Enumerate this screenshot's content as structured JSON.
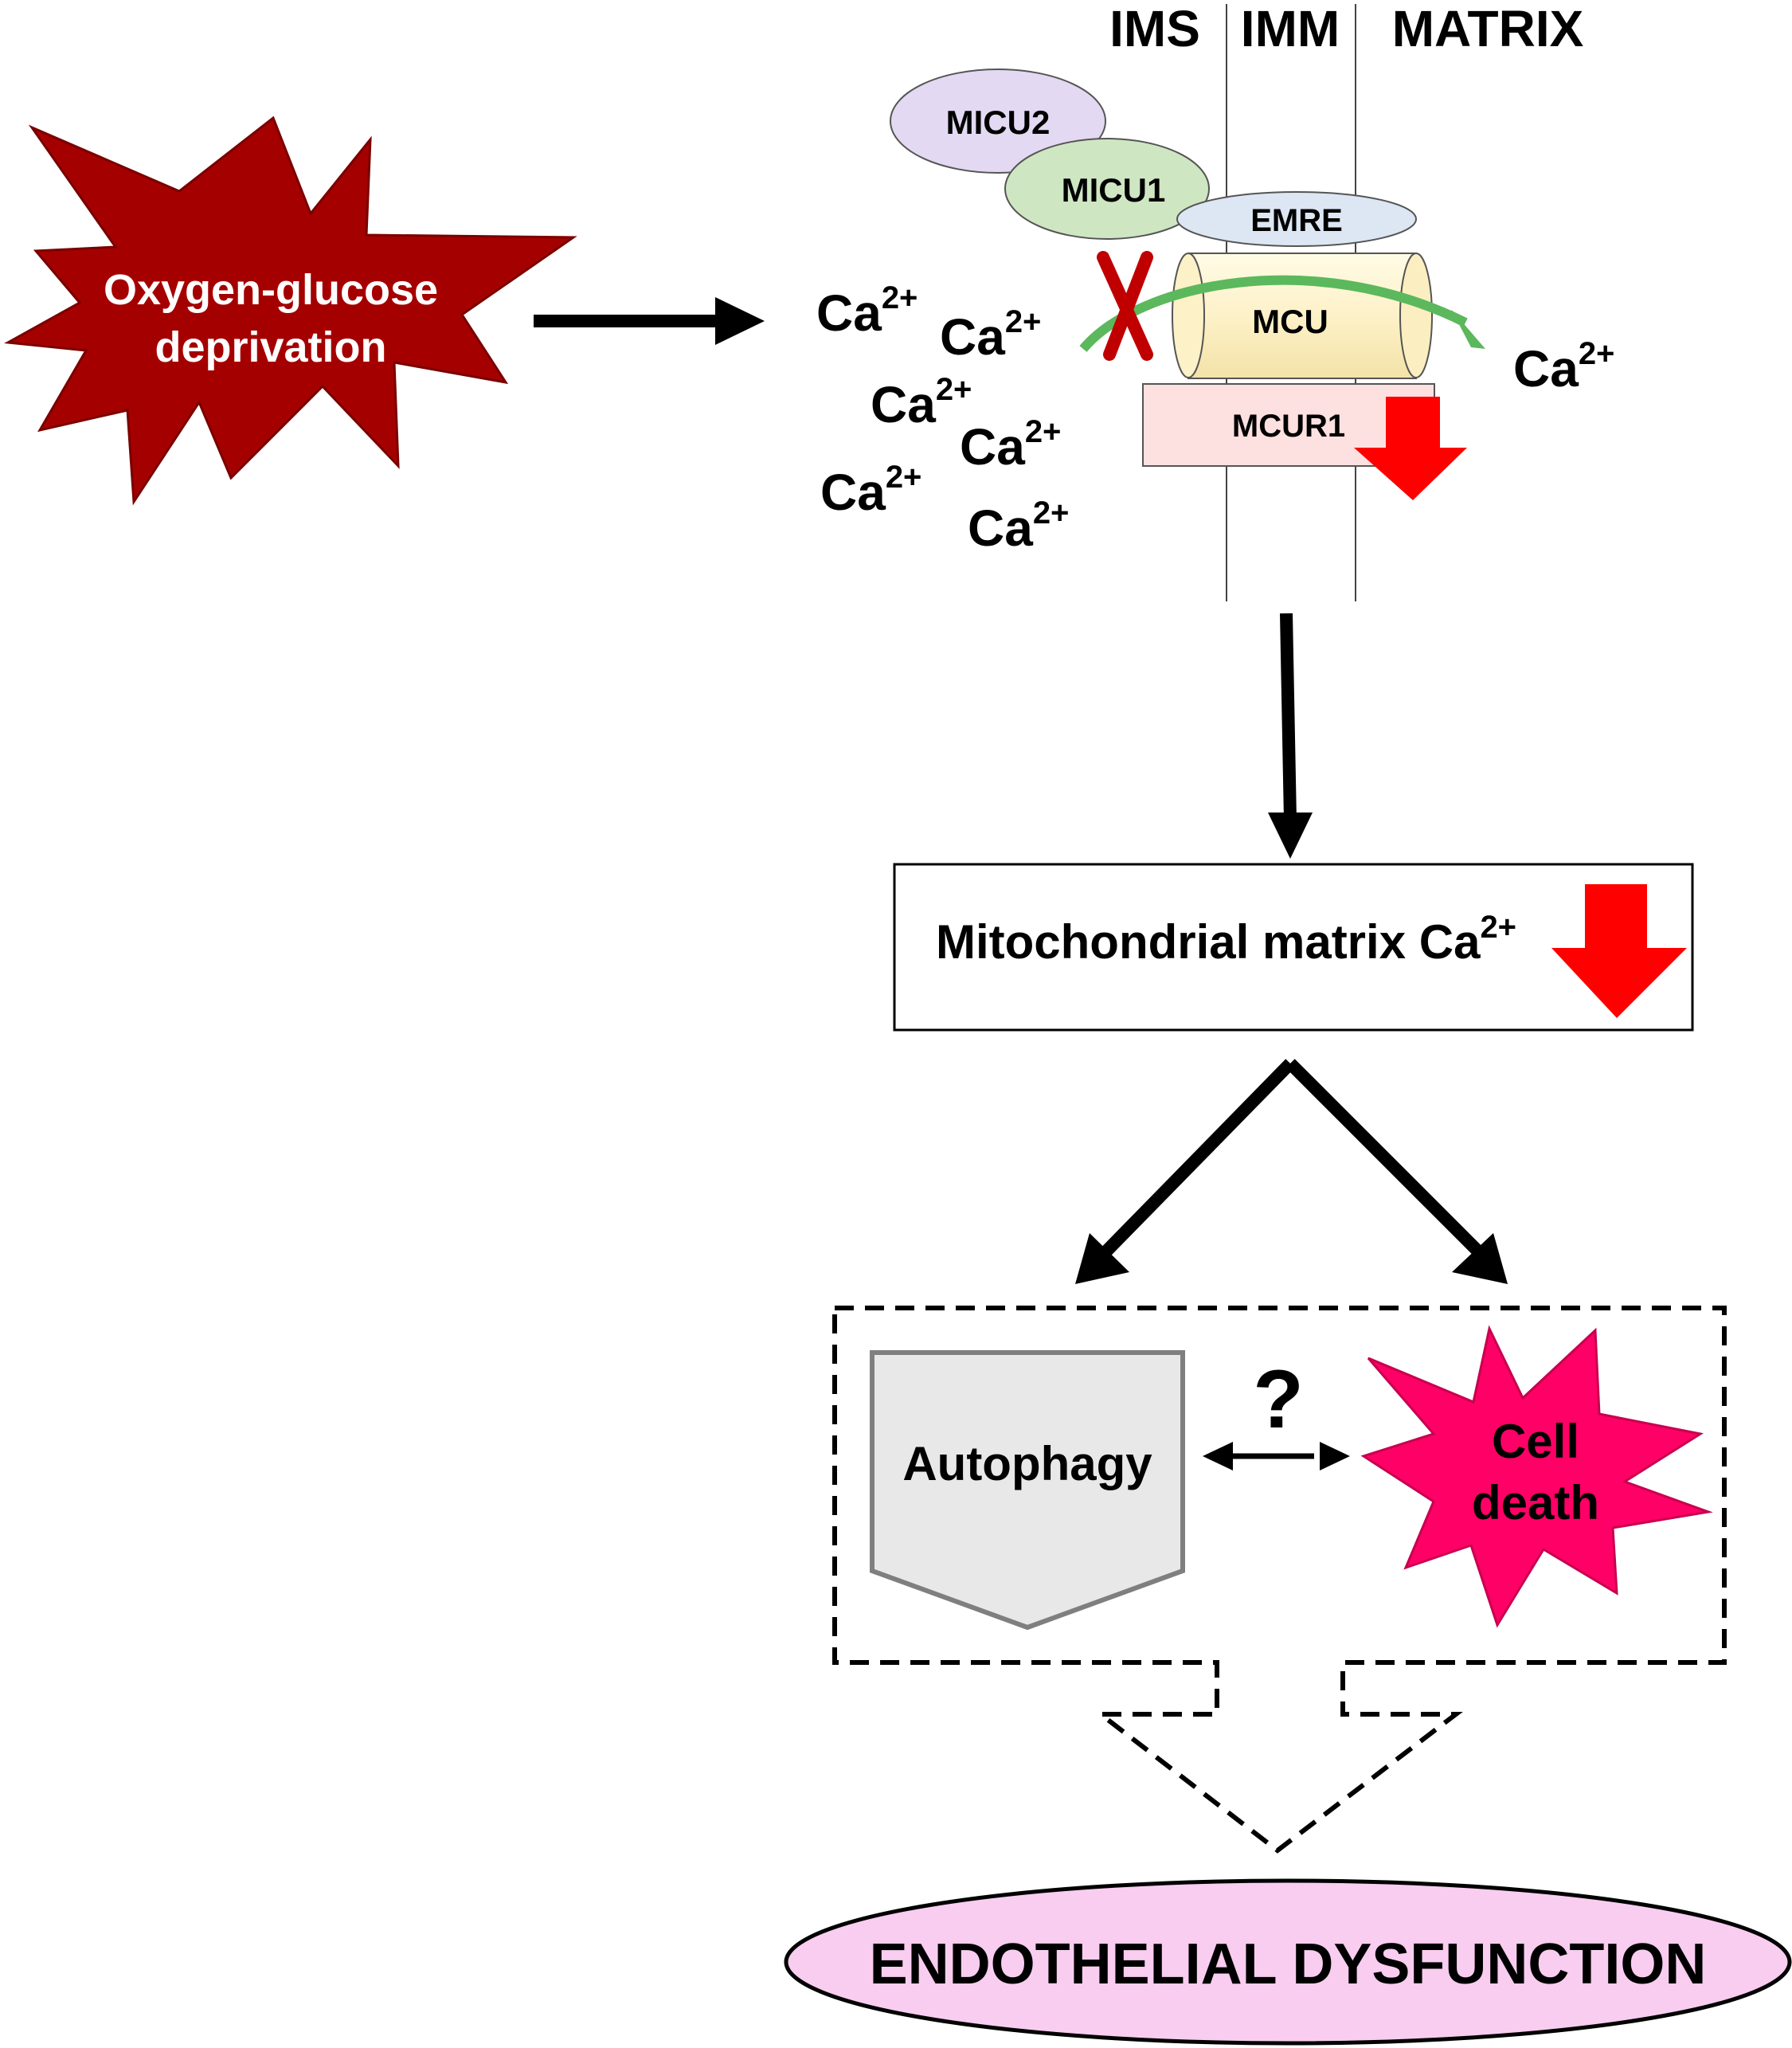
{
  "membrane_labels": {
    "ims": "IMS",
    "imm": "IMM",
    "matrix": "MATRIX"
  },
  "stimulus": {
    "line1": "Oxygen-glucose",
    "line2": "deprivation"
  },
  "proteins": {
    "micu2": "MICU2",
    "micu1": "MICU1",
    "emre": "EMRE",
    "mcu": "MCU",
    "mcur1": "MCUR1"
  },
  "ion": {
    "base": "Ca",
    "charge": "2+"
  },
  "matrix_box": {
    "label": "Mitochondrial matrix Ca",
    "charge": "2+"
  },
  "crosstalk": {
    "question": "?"
  },
  "autophagy": {
    "label": "Autophagy"
  },
  "cell_death": {
    "line1": "Cell",
    "line2": "death"
  },
  "outcome": {
    "label": "ENDOTHELIAL DYSFUNCTION"
  },
  "colors": {
    "stimulus_fill": "#a50000",
    "micu2_fill": "#e3d9f2",
    "micu1_fill": "#cfe6c2",
    "emre_fill": "#dde6f3",
    "mcu_fill": "#fdf1c8",
    "mcur1_fill": "#fde0e0",
    "down_arrow": "#ff0000",
    "block_mark": "#c00000",
    "flux_arrow": "#5cb85c",
    "autophagy_fill": "#e8e8e8",
    "cell_death_fill": "#ff0066",
    "outcome_fill": "#f8cdef"
  }
}
